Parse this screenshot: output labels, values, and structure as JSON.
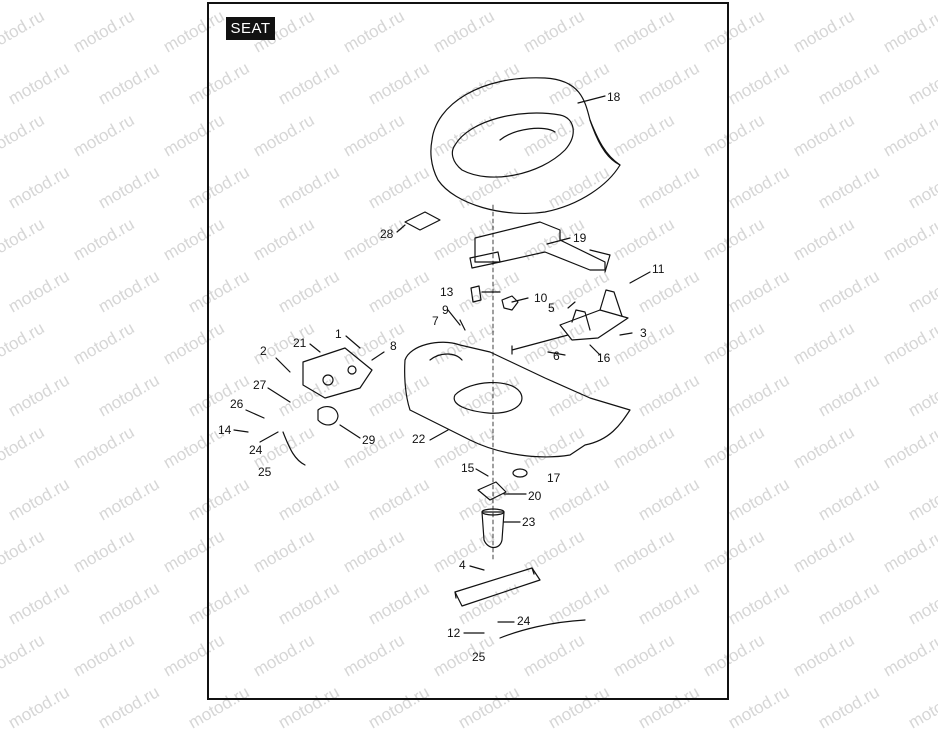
{
  "title": "SEAT",
  "watermark": "motod.ru",
  "colors": {
    "ink": "#111111",
    "watermark": "#d6d6d6",
    "background": "#ffffff"
  },
  "callouts": [
    "1",
    "2",
    "3",
    "4",
    "5",
    "6",
    "7",
    "8",
    "9",
    "10",
    "11",
    "12",
    "13",
    "14",
    "15",
    "16",
    "17",
    "18",
    "19",
    "20",
    "21",
    "22",
    "23",
    "24",
    "24",
    "25",
    "25",
    "26",
    "27",
    "28",
    "29"
  ]
}
